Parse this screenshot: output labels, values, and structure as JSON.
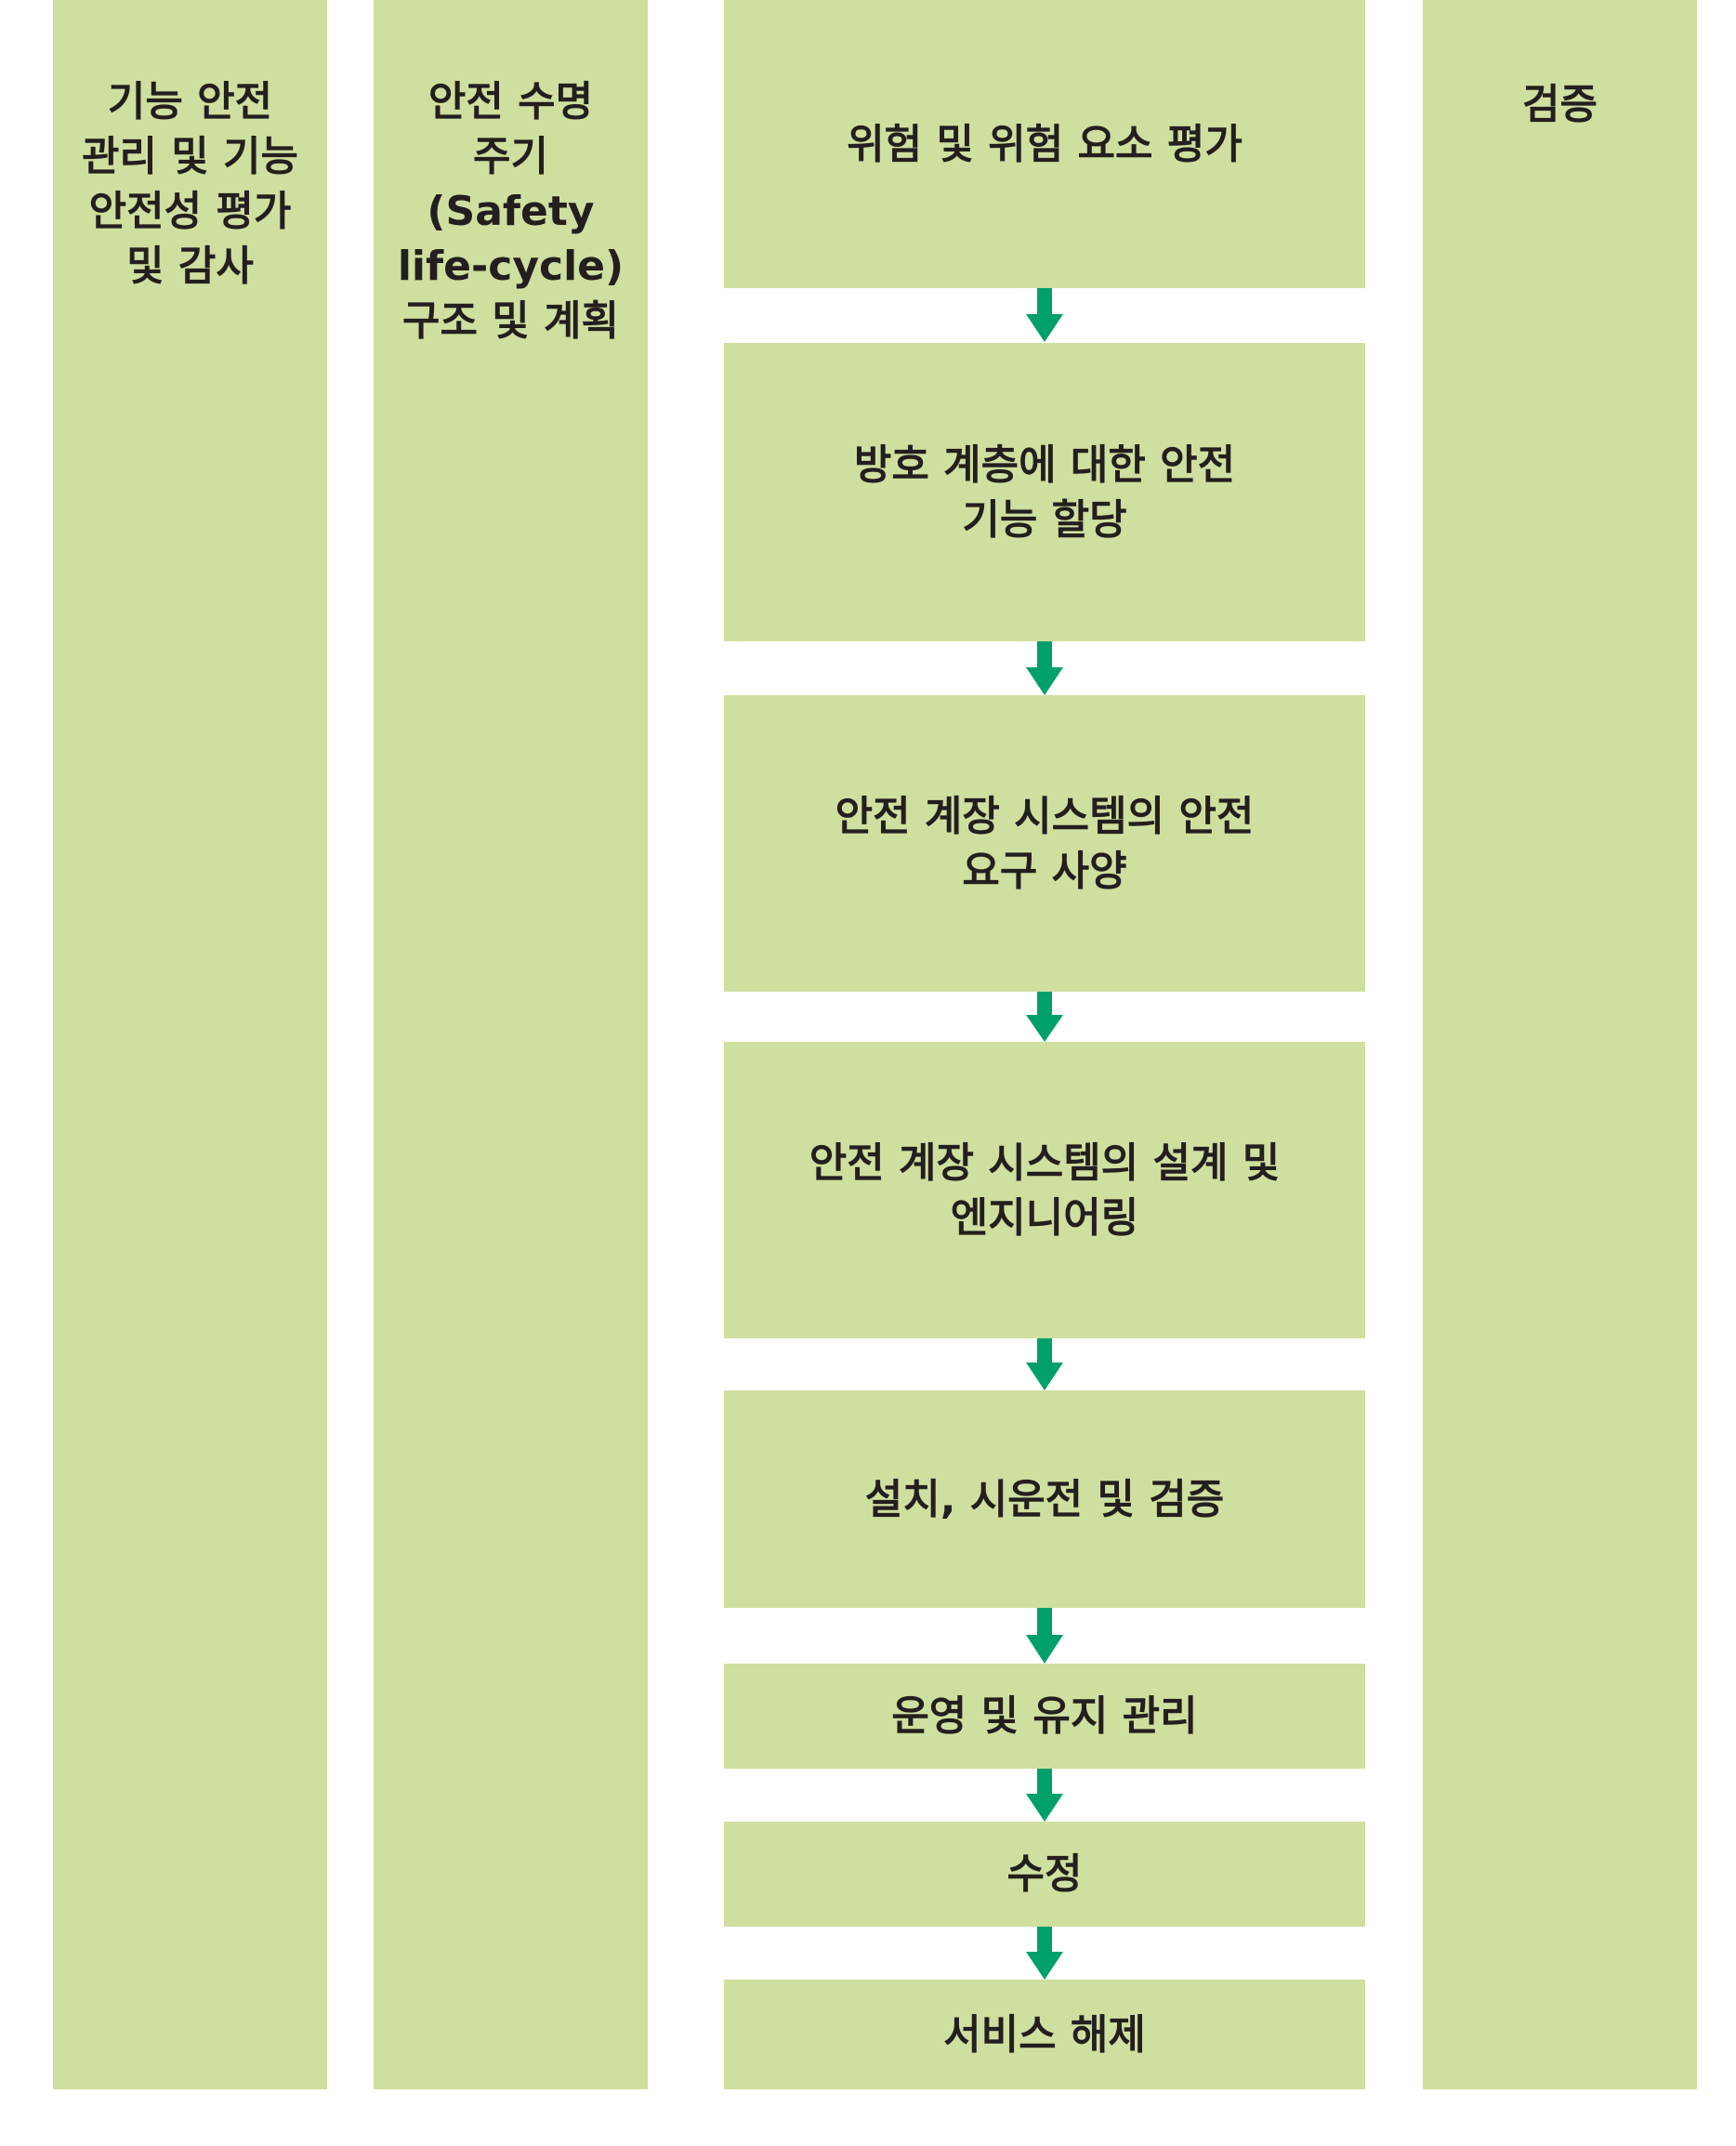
{
  "columns": {
    "management": "기능 안전\n관리 및 기능\n안전성 평가\n및 감사",
    "structure": "안전 수명\n주기\n(Safety\nlife-cycle)\n구조 및 계획",
    "verification": "검증"
  },
  "steps": [
    "위험 및 위험 요소 평가",
    "방호 계층에 대한 안전\n기능 할당",
    "안전 계장 시스템의 안전\n요구 사양",
    "안전 계장 시스템의 설계 및\n엔지니어링",
    "설치, 시운전 및 검증",
    "운영 및 유지 관리",
    "수정",
    "서비스 해제"
  ],
  "colors": {
    "box_fill": "#cfdf9f",
    "arrow": "#00a06a",
    "text": "#231f20"
  }
}
